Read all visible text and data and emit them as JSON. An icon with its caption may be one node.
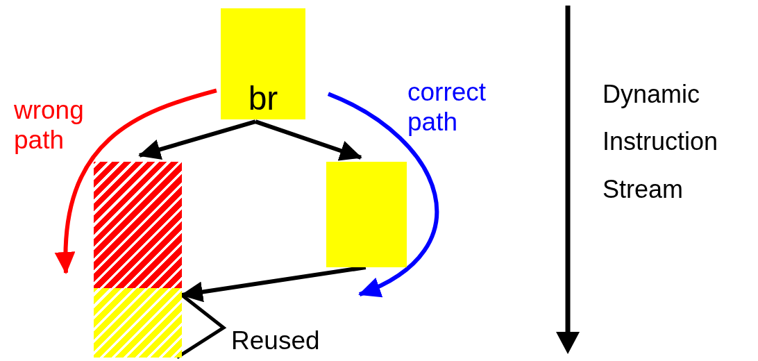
{
  "diagram": {
    "nodes": [
      {
        "text": [
          "br"
        ]
      },
      {
        "text": [],
        "shape": "box"
      },
      {
        "text": [],
        "shape": "box"
      },
      {
        "text": [],
        "shape": "box"
      }
    ],
    "edges": [
      {
        "from": 0,
        "to": 1,
        "arrow": "to"
      },
      {
        "from": 0,
        "to": 3,
        "arrow": "to"
      },
      {
        "from": 3,
        "to": 2,
        "arrow": "to"
      },
      {
        "from": 0,
        "to": 1,
        "arrow": "to",
        "label": "wrong path",
        "color": "#ff0000"
      },
      {
        "from": 0,
        "to": 3,
        "arrow": "to",
        "label": "correct path",
        "color": "#0000ff"
      }
    ],
    "labels": [
      "Reused",
      "Dynamic Instruction Stream"
    ]
  }
}
